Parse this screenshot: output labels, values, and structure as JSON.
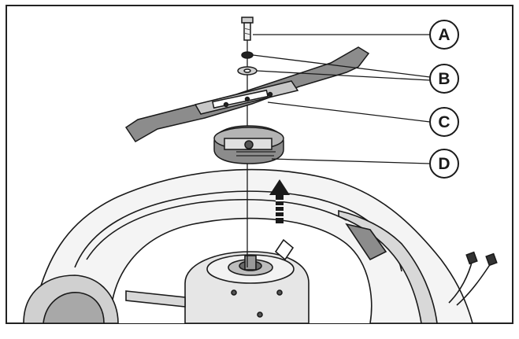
{
  "callouts": [
    {
      "letter": "A",
      "part": "blade-bolt"
    },
    {
      "letter": "B",
      "part": "washers"
    },
    {
      "letter": "C",
      "part": "blade"
    },
    {
      "letter": "D",
      "part": "blade-adapter"
    }
  ],
  "colors": {
    "line": "#1a1a1a",
    "blade_fill": "#8c8c8c",
    "blade_light": "#c8c8c8",
    "deck_fill": "#f4f4f4",
    "shadow": "#6a6a6a"
  },
  "icons": [
    "upward-arrow-icon"
  ]
}
